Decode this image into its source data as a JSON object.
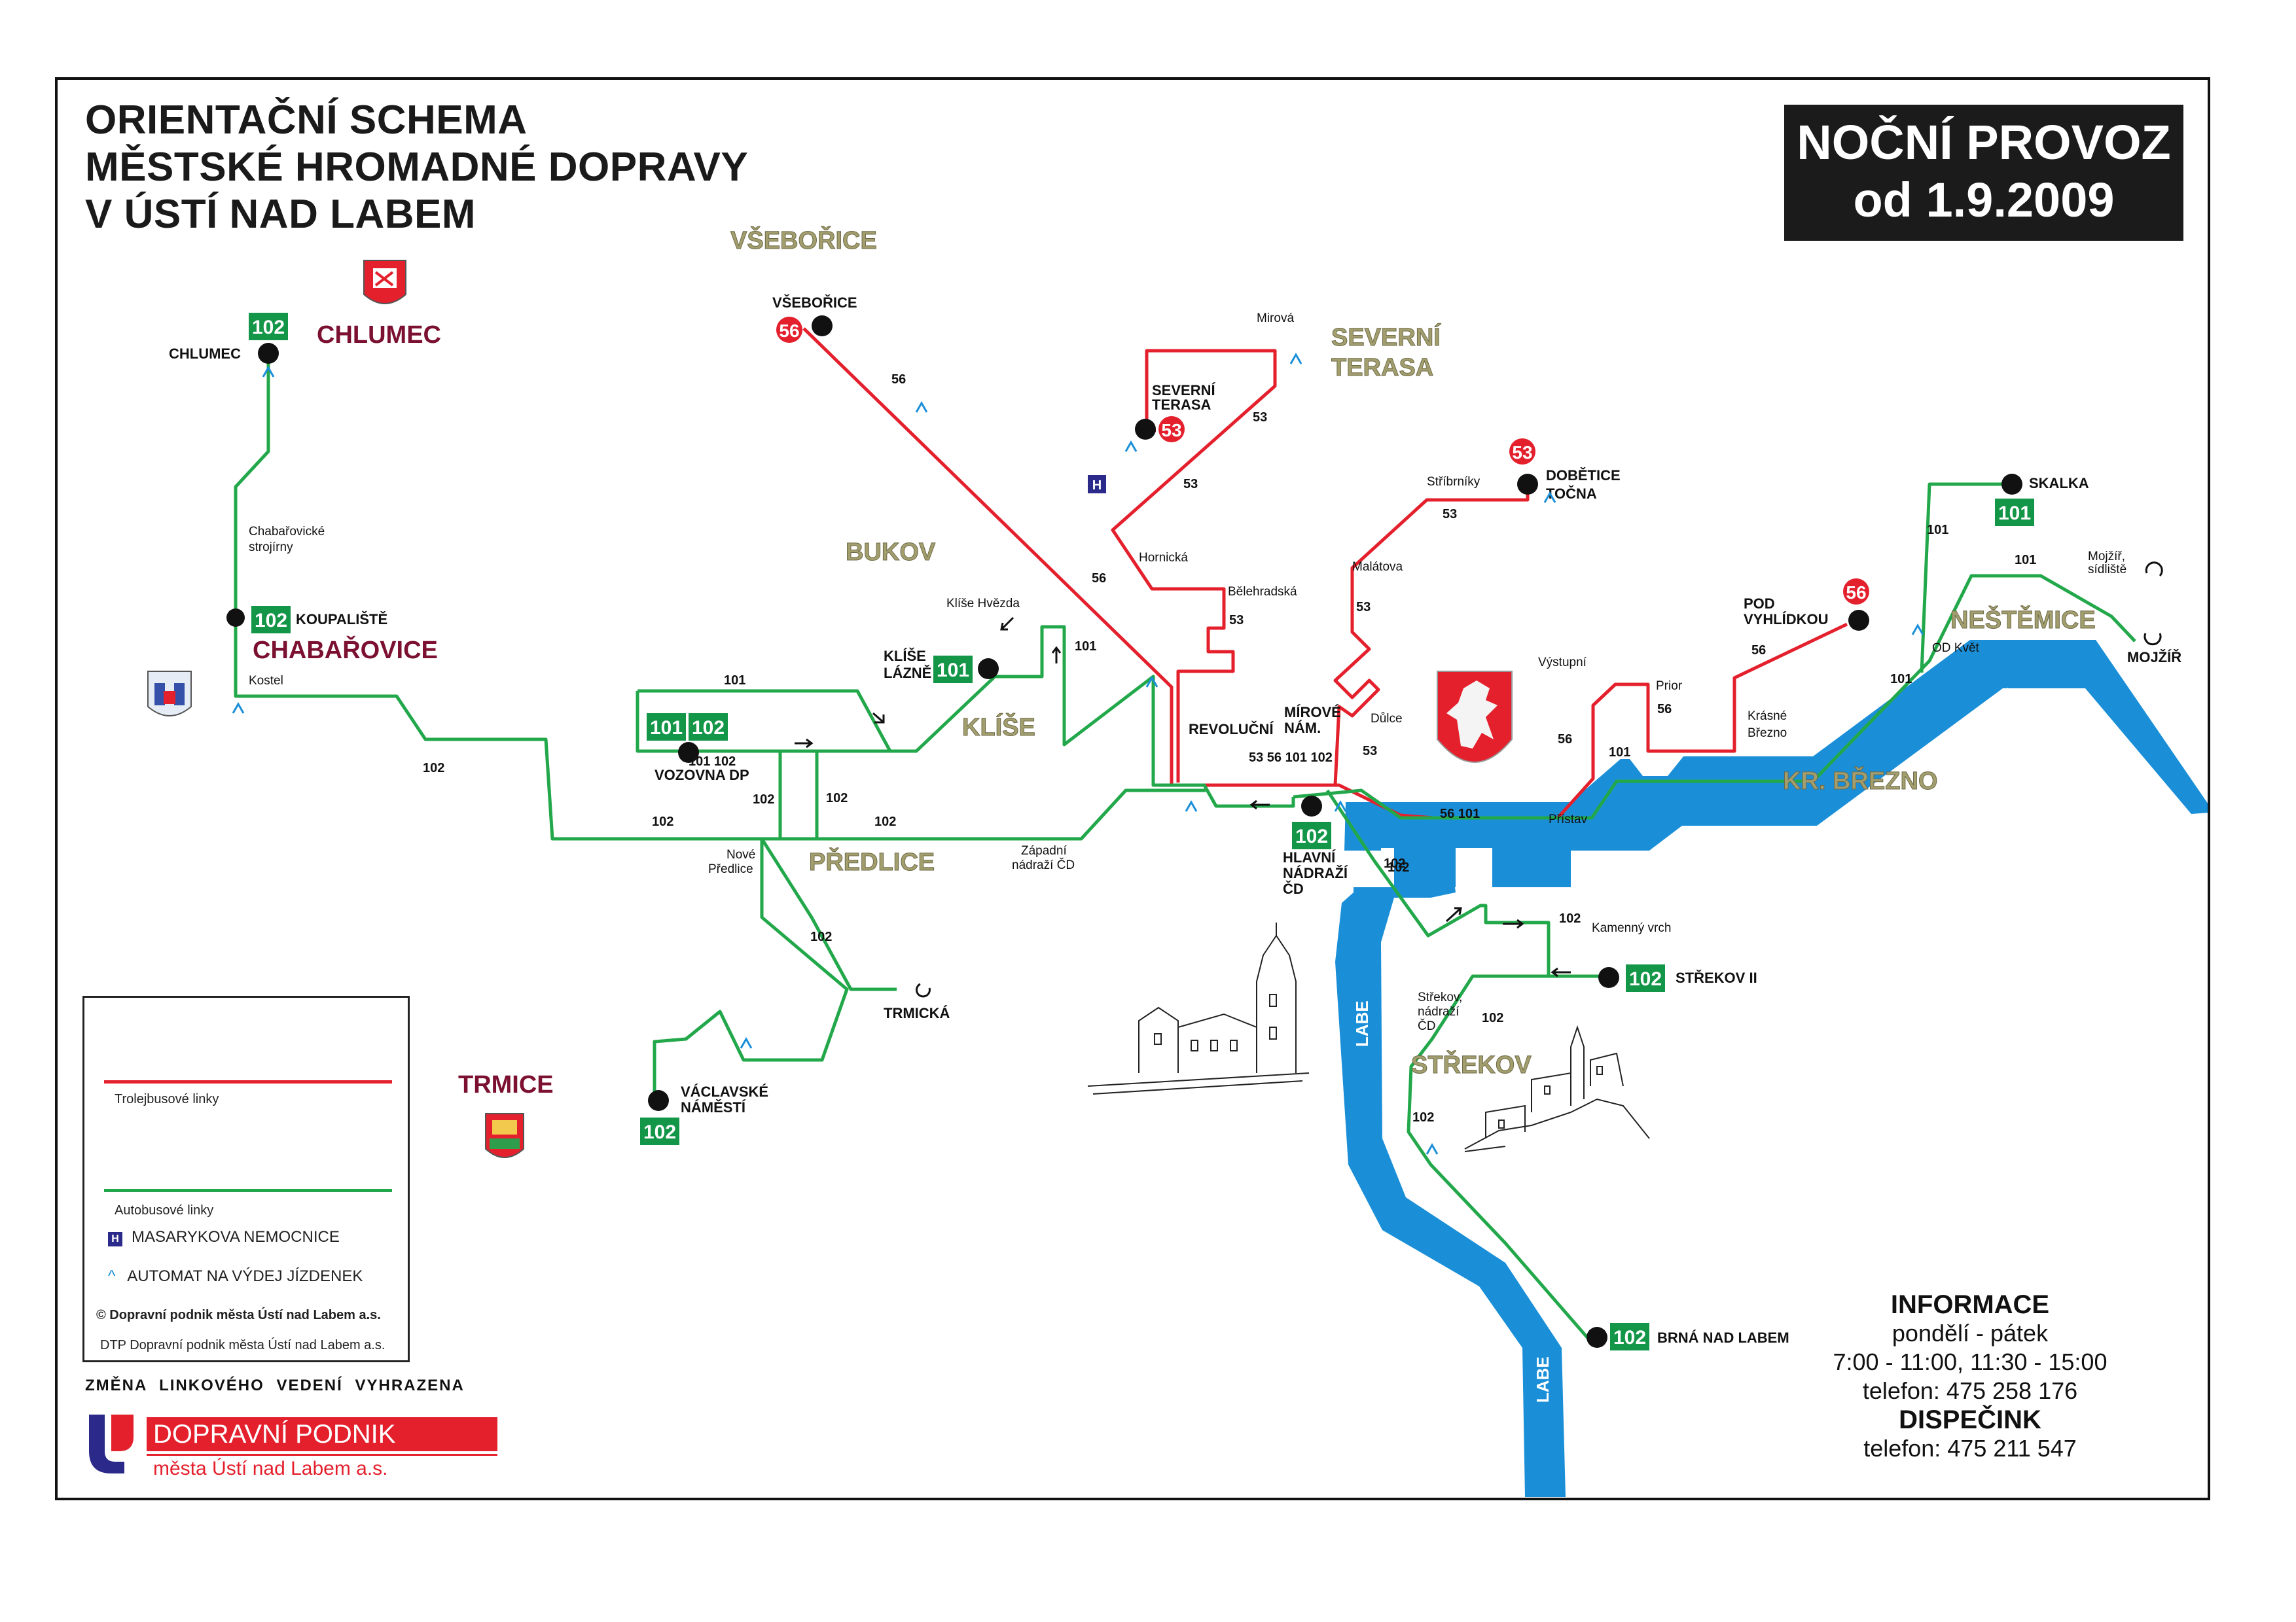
{
  "title": {
    "line1": "ORIENTAČNÍ SCHEMA",
    "line2": "MĚSTSKÉ HROMADNÉ DOPRAVY",
    "line3": "V ÚSTÍ NAD LABEM"
  },
  "night_badge": {
    "line1": "NOČNÍ PROVOZ",
    "line2": "od 1.9.2009"
  },
  "colors": {
    "trolley_line": "#e4202d",
    "bus_line": "#22a84a",
    "river": "#1a8fd8",
    "district_label": "#a39e6e",
    "town_label": "#7b1030",
    "badge_green": "#139648",
    "badge_red": "#e4202d"
  },
  "districts": {
    "vseborice": "VŠEBOŘICE",
    "severni_terasa": "SEVERNÍ\nTERASA",
    "bukov": "BUKOV",
    "klise": "KLÍŠE",
    "predlice": "PŘEDLICE",
    "nestemice": "NEŠTĚMICE",
    "kr_brezno": "KR. BŘEZNO",
    "strekov": "STŘEKOV"
  },
  "towns": {
    "chlumec": "CHLUMEC",
    "chabarovice": "CHABAŘOVICE",
    "trmice": "TRMICE"
  },
  "river": {
    "label": "LABE"
  },
  "stops": {
    "chlumec": "CHLUMEC",
    "koupaliste": "KOUPALIŠTĚ",
    "vseborice": "VŠEBOŘICE",
    "severni_terasa": "SEVERNÍ\nTERASA",
    "dobetice": "DOBĚTICE\nTOČNA",
    "skalka": "SKALKA",
    "pod_vyhlidkou": "POD\nVYHLÍDKOU",
    "klise_lazne": "KLÍŠE\nLÁZNĚ",
    "vozovna": "VOZOVNA DP",
    "hlavni_nadrazi": "HLAVNÍ\nNÁDRAŽÍ\nČD",
    "strekov_ii": "STŘEKOV II",
    "vaclavske": "VÁCLAVSKÉ\nNÁMĚSTÍ",
    "brna": "BRNÁ NAD LABEM",
    "trmicka": "TRMICKÁ",
    "mojzir": "MOJŽÍŘ",
    "revolucni": "REVOLUČNÍ",
    "mirove": "MÍROVÉ\nNÁM."
  },
  "places": {
    "chabarovicke": "Chabařovické\nstrojírny",
    "kostel": "Kostel",
    "mirova": "Mirová",
    "hornicka": "Hornická",
    "belehradska": "Bělehradská",
    "stribrniky": "Stříbrníky",
    "malatova": "Malátova",
    "vystupni": "Výstupní",
    "prior": "Prior",
    "krasne": "Krásné\nBřezno",
    "od_kvet": "OD Květ",
    "mojzir_sidliste": "Mojžíř,\nsídliště",
    "klise_hvezda": "Klíše Hvězda",
    "nove_predlice": "Nové\nPředlice",
    "zapadni": "Západní\nnádraží ČD",
    "dulce": "Důlce",
    "pristav": "Přístav",
    "kamenny_vrch": "Kamenný vrch",
    "strekov_nadrazi": "Střekov,\nnádraží\nČD"
  },
  "line_labels": {
    "l56": "56",
    "l53": "53",
    "l101": "101",
    "l102": "102",
    "l101_102": "101 102",
    "l53_56": "53  56  101 102",
    "l56_101": "56   101"
  },
  "legend": {
    "trolley": "Trolejbusové linky",
    "bus": "Autobusové linky",
    "h_symbol": "H",
    "hospital": "MASARYKOVA NEMOCNICE",
    "automat": "AUTOMAT NA VÝDEJ JÍZDENEK",
    "copyright": "© Dopravní podnik města Ústí nad Labem a.s.",
    "dtp": "DTP Dopravní podnik města Ústí nad Labem a.s."
  },
  "note": "ZMĚNA LINKOVÉHO VEDENÍ VYHRAZENA",
  "company": {
    "line1": "DOPRAVNÍ PODNIK",
    "line2": "města Ústí nad Labem a.s."
  },
  "info": {
    "heading": "INFORMACE",
    "days": "pondělí - pátek",
    "hours": "7:00 - 11:00, 11:30 - 15:00",
    "phone": "telefon: 475 258 176",
    "dispatch": "DISPEČINK",
    "dispatch_phone": "telefon: 475 211 547"
  }
}
